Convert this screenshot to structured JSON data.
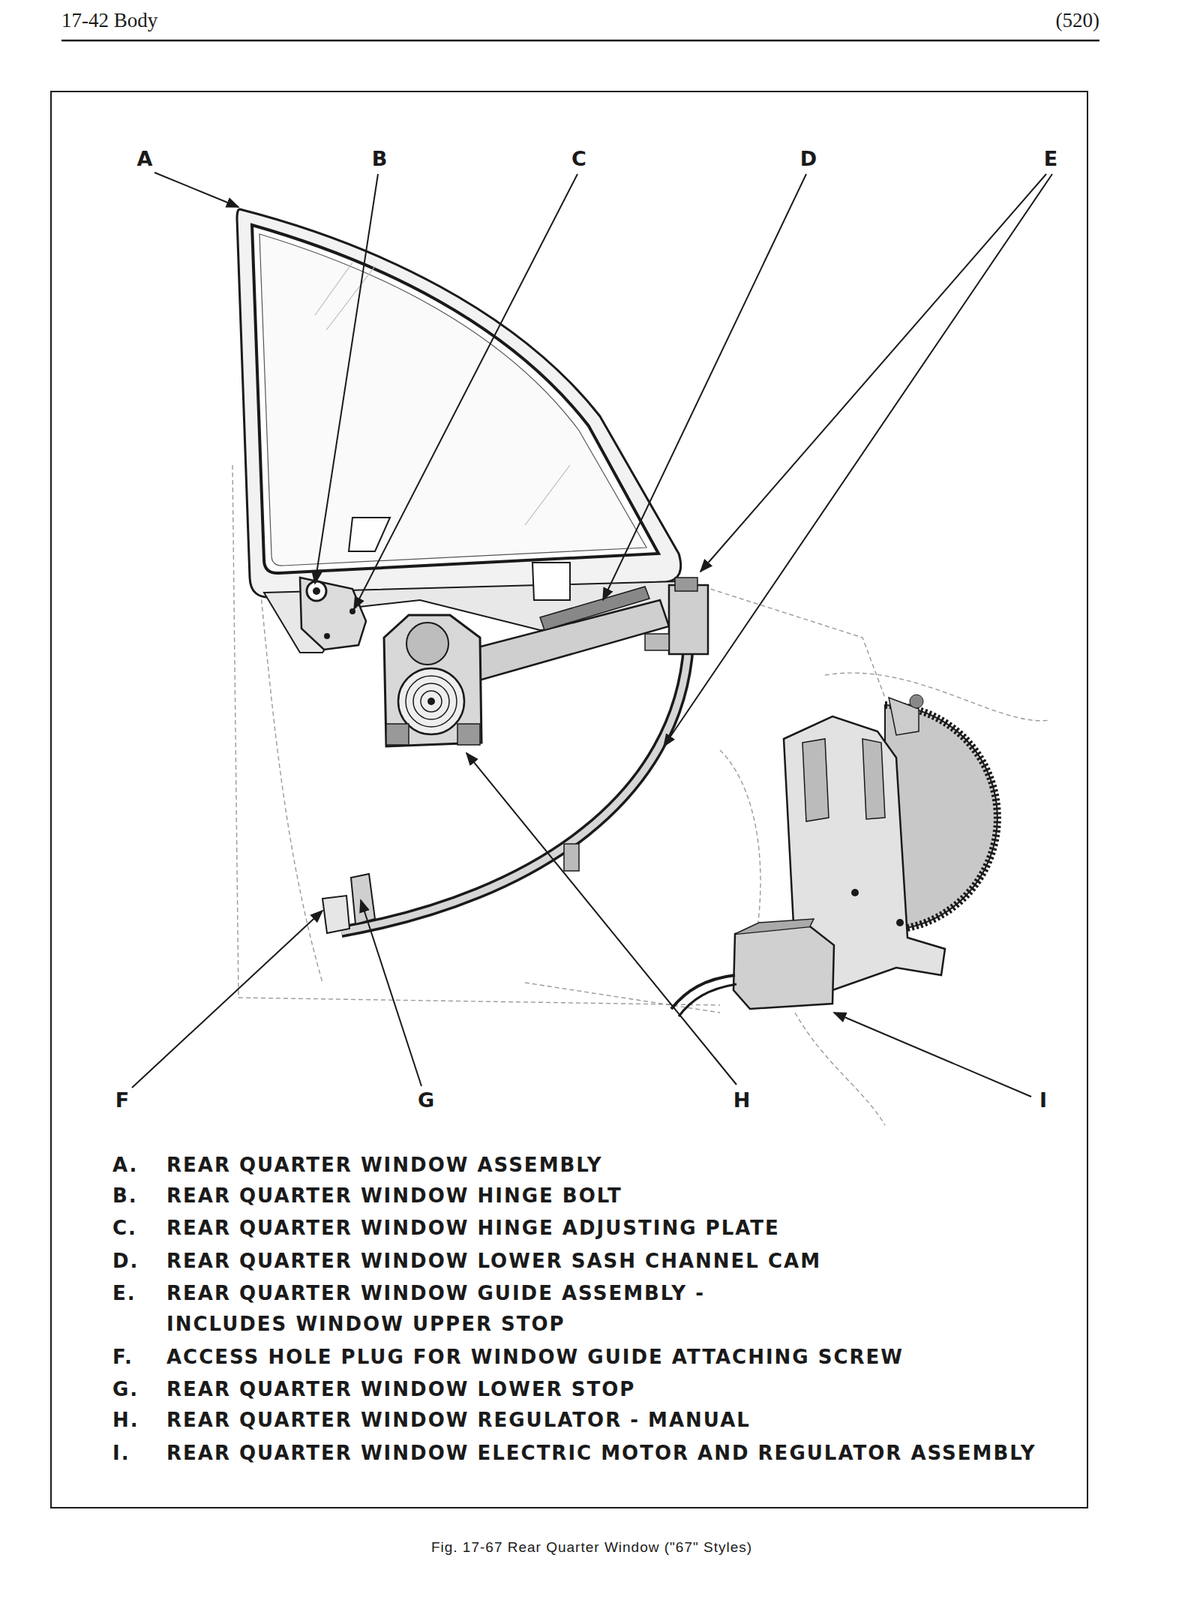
{
  "diagram": {
    "caption": "Fig. 17-67 Rear Quarter Window (\"67\" Styles)",
    "labels": [
      "17-42 Body",
      "(520)",
      "A",
      "B",
      "C",
      "D",
      "E",
      "F",
      "G",
      "H",
      "I",
      "A.",
      "REAR QUARTER WINDOW ASSEMBLY",
      "B.",
      "REAR QUARTER WINDOW HINGE BOLT",
      "C.",
      "REAR QUARTER WINDOW HINGE ADJUSTING PLATE",
      "D.",
      "REAR QUARTER WINDOW LOWER SASH CHANNEL CAM",
      "E.",
      "REAR QUARTER WINDOW GUIDE ASSEMBLY - INCLUDES WINDOW UPPER STOP",
      "F.",
      "ACCESS HOLE PLUG FOR WINDOW GUIDE ATTACHING SCREW",
      "G.",
      "REAR QUARTER WINDOW LOWER STOP",
      "H.",
      "REAR QUARTER WINDOW REGULATOR - MANUAL",
      "I.",
      "REAR QUARTER WINDOW ELECTRIC MOTOR AND REGULATOR ASSEMBLY"
    ]
  }
}
